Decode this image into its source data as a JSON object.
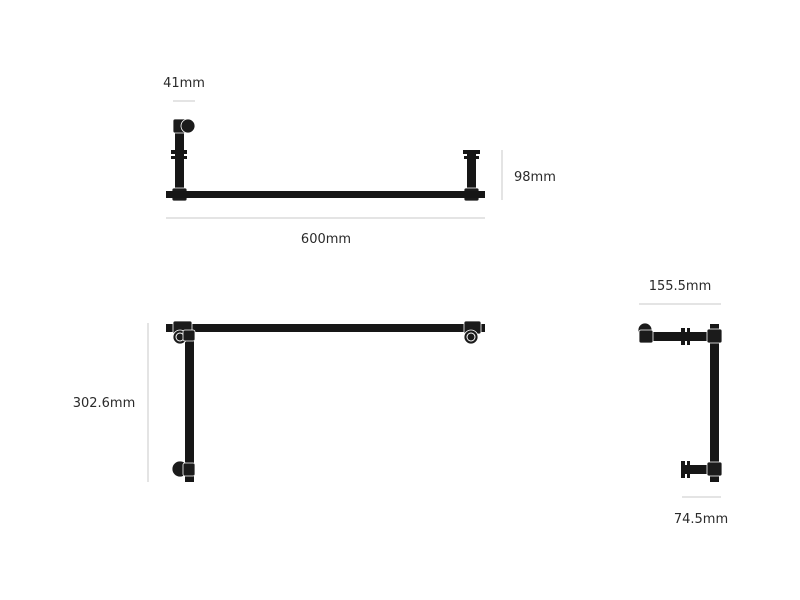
{
  "colors": {
    "pipe": "#161616",
    "dimension_line": "#c8c8c8",
    "label": "#2a2a2a"
  },
  "dimensions": {
    "top_view_wall_offset": "41mm",
    "top_view_height": "98mm",
    "top_view_length": "600mm",
    "front_view_height": "302.6mm",
    "side_view_depth": "155.5mm",
    "side_view_bottom_depth": "74.5mm"
  }
}
